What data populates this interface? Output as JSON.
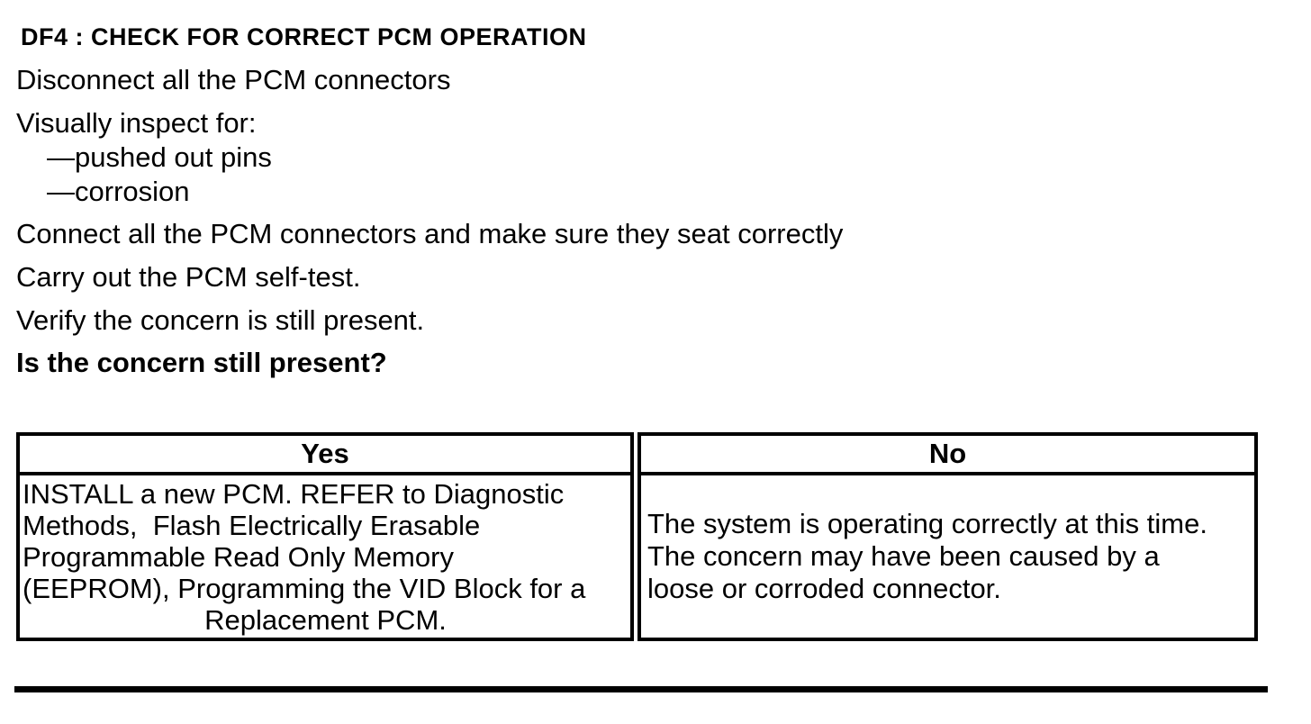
{
  "page": {
    "title": "DF4 : CHECK FOR CORRECT PCM OPERATION",
    "steps": {
      "step1": "Disconnect all the PCM connectors",
      "step2": "Visually inspect for:",
      "bullet1": "—pushed out pins",
      "bullet2": "—corrosion",
      "step3": "Connect all the PCM connectors and make sure they seat correctly",
      "step4": "Carry out the PCM self-test.",
      "step5": "Verify the concern is still present.",
      "question": "Is the concern still present?"
    },
    "results_table": {
      "yes": {
        "header": "Yes",
        "lines": [
          "INSTALL a new PCM. REFER to Diagnostic",
          "Methods,  Flash Electrically Erasable",
          "Programmable Read Only Memory",
          "(EEPROM), Programming the VID Block for a",
          "Replacement PCM."
        ]
      },
      "no": {
        "header": "No",
        "lines": [
          "The system is operating correctly at this time.",
          "The concern may have been caused by a",
          "loose or corroded connector."
        ]
      }
    },
    "colors": {
      "text": "#000000",
      "background": "#ffffff",
      "border": "#000000"
    }
  }
}
